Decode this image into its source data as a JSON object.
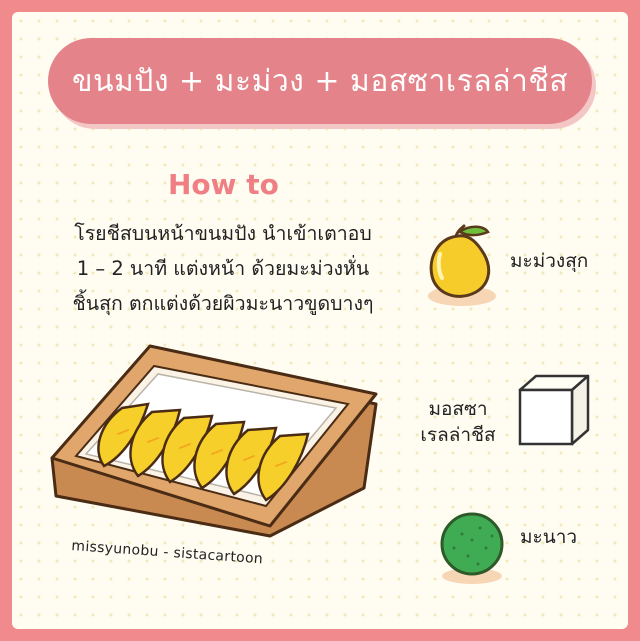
{
  "title": "ขนมปัง + มะม่วง + มอสซาเรลล่าชีส",
  "how_to_heading": "How to",
  "instructions": [
    "โรยชีสบนหน้าขนมปัง นำเข้าเตาอบ",
    "1 – 2 นาที แต่งหน้า ด้วยมะม่วงหั่น",
    "ชิ้นสุก ตกแต่งด้วยผิวมะนาวขูดบางๆ"
  ],
  "ingredients": {
    "mango": "มะม่วงสุก",
    "cheese_line1": "มอสซา",
    "cheese_line2": "เรลล่าชีส",
    "lime": "มะนาว"
  },
  "credit": "missyunobu - sistacartoon",
  "colors": {
    "border": "#f08a8c",
    "pill": "#e4848a",
    "heading": "#ef7f84"
  }
}
